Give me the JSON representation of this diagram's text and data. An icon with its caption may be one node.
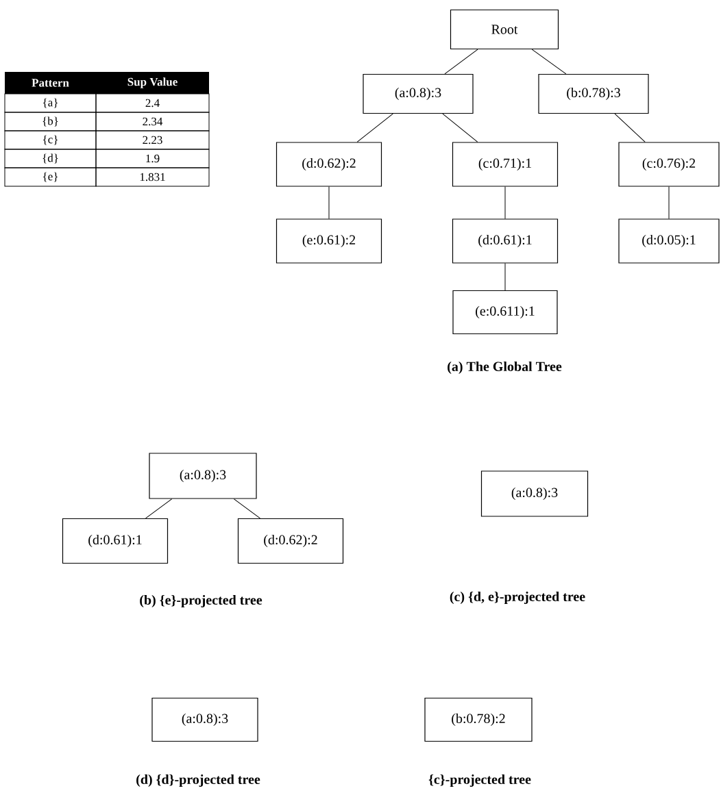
{
  "diagram": {
    "nodes": [
      {
        "text": [
          "Root"
        ]
      },
      {
        "text": [
          "(a:0.8):3"
        ]
      },
      {
        "text": [
          "(b:0.78):3"
        ]
      },
      {
        "text": [
          "(d:0.62):2"
        ]
      },
      {
        "text": [
          "(c:0.71):1"
        ]
      },
      {
        "text": [
          "(c:0.76):2"
        ]
      },
      {
        "text": [
          "(e:0.61):2"
        ]
      },
      {
        "text": [
          "(d:0.61):1"
        ]
      },
      {
        "text": [
          "(d:0.05):1"
        ]
      },
      {
        "text": [
          "(e:0.611):1"
        ]
      },
      {
        "text": [
          "(a:0.8):3"
        ]
      },
      {
        "text": [
          "(d:0.61):1"
        ]
      },
      {
        "text": [
          "(d:0.62):2"
        ]
      },
      {
        "text": [
          "(a:0.8):3"
        ]
      },
      {
        "text": [
          "(a:0.8):3"
        ]
      },
      {
        "text": [
          "(b:0.78):2"
        ]
      }
    ],
    "edges": [
      {
        "from": 0,
        "to": 1,
        "arrow": "none"
      },
      {
        "from": 0,
        "to": 2,
        "arrow": "none"
      },
      {
        "from": 1,
        "to": 3,
        "arrow": "none"
      },
      {
        "from": 1,
        "to": 4,
        "arrow": "none"
      },
      {
        "from": 2,
        "to": 5,
        "arrow": "none"
      },
      {
        "from": 3,
        "to": 6,
        "arrow": "none"
      },
      {
        "from": 4,
        "to": 7,
        "arrow": "none"
      },
      {
        "from": 5,
        "to": 8,
        "arrow": "none"
      },
      {
        "from": 7,
        "to": 9,
        "arrow": "none"
      },
      {
        "from": 10,
        "to": 11,
        "arrow": "none"
      },
      {
        "from": 10,
        "to": 12,
        "arrow": "none"
      }
    ],
    "labels": [
      "Pattern",
      "Sup Value",
      "{a}",
      "2.4",
      "{b}",
      "2.34",
      "{c}",
      "2.23",
      "{d}",
      "1.9",
      "{e}",
      "1.831",
      "(a) The Global Tree",
      "(b) {e}-projected tree",
      "(c) {d, e}-projected tree",
      "(d)  {d}-projected tree",
      "{c}-projected tree"
    ]
  }
}
